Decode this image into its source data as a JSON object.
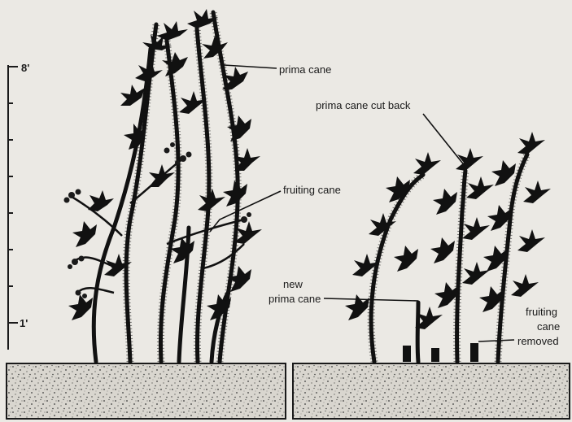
{
  "scale": {
    "top_label": "8'",
    "bottom_label": "1'"
  },
  "labels": {
    "prima_cane": "prima cane",
    "prima_cane_cut_back": "prima cane cut back",
    "fruiting_cane": "fruiting cane",
    "new_prima_cane_line1": "new",
    "new_prima_cane_line2": "prima cane",
    "fruiting_cane_removed_line1": "fruiting",
    "fruiting_cane_removed_line2": "cane",
    "fruiting_cane_removed_line3": "removed"
  }
}
